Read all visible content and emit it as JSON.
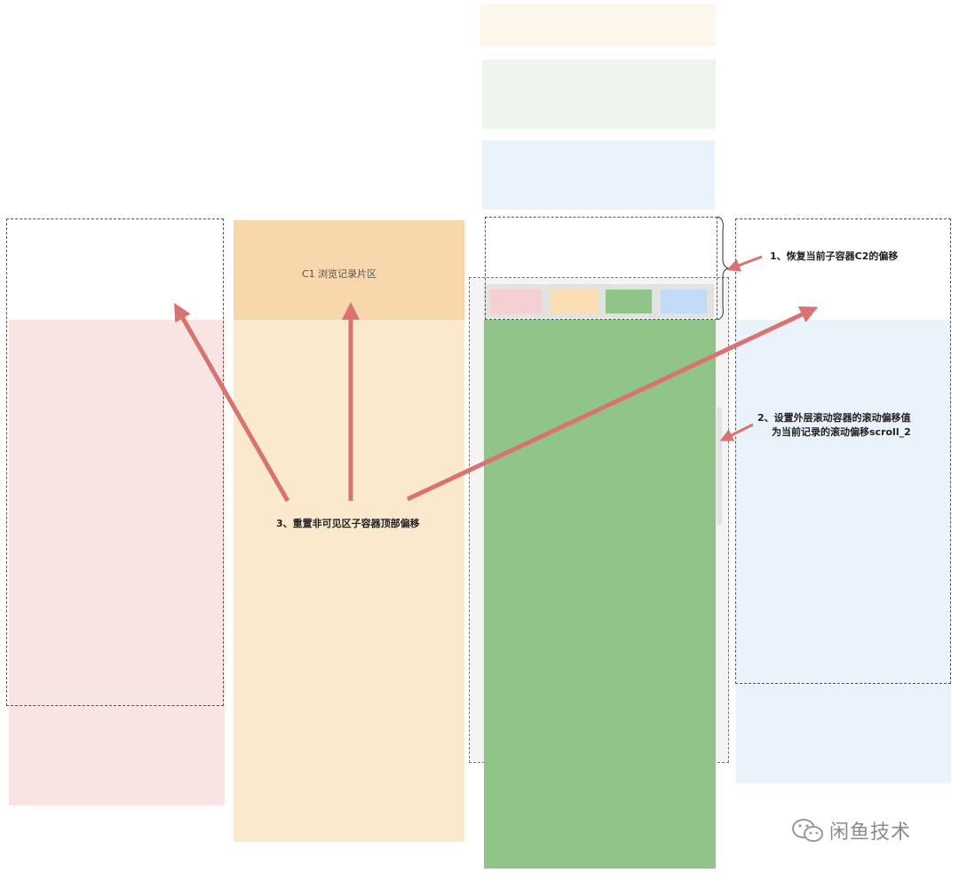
{
  "labels": {
    "c1_section": "C1 浏览记录片区",
    "step1": "1、恢复当前子容器C2的偏移",
    "step2_line1": "2、设置外层滚动容器的滚动偏移值",
    "step2_line2": "为当前记录的滚动偏移scroll_2",
    "step3": "3、重置非可见区子容器顶部偏移"
  },
  "watermark": {
    "text": "闲鱼技术",
    "icon": "wechat-icon"
  },
  "colors": {
    "pink": "#f9e4e4",
    "cream": "#fbe9cd",
    "cream_header": "#f8d7aa",
    "green": "#91c488",
    "blue_light": "#eaf2fc",
    "green_light": "#eef5ee",
    "arrow": "#d87372",
    "tab_pink": "#f6cfd2",
    "tab_cream": "#fbdfb4",
    "tab_blue": "#c2dcf6"
  }
}
